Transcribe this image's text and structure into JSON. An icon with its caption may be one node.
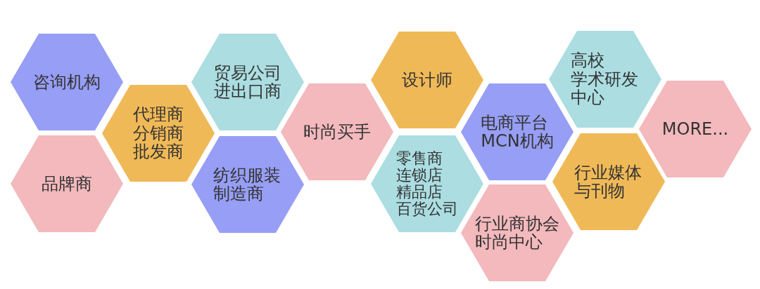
{
  "diagram": {
    "nodes": [
      {
        "text": [
          "咨询机构"
        ]
      },
      {
        "text": [
          "品牌商"
        ]
      },
      {
        "text": [
          "代理商",
          "分销商",
          "批发商"
        ]
      },
      {
        "text": [
          "贸易公司",
          "进出口商"
        ]
      },
      {
        "text": [
          "纺织服装制造商"
        ]
      },
      {
        "text": [
          "时尚买手"
        ]
      },
      {
        "text": [
          "设计师"
        ]
      },
      {
        "text": [
          "零售商",
          "连锁店",
          "精品店",
          "百货公司"
        ]
      },
      {
        "text": [
          "电商平台",
          "MCN机构"
        ]
      },
      {
        "text": [
          "行业商协会",
          "时尚中心"
        ]
      },
      {
        "text": [
          "高校",
          "学术研发中心"
        ]
      },
      {
        "text": [
          "行业媒体与刊物"
        ]
      },
      {
        "text": [
          "MORE..."
        ]
      }
    ]
  }
}
